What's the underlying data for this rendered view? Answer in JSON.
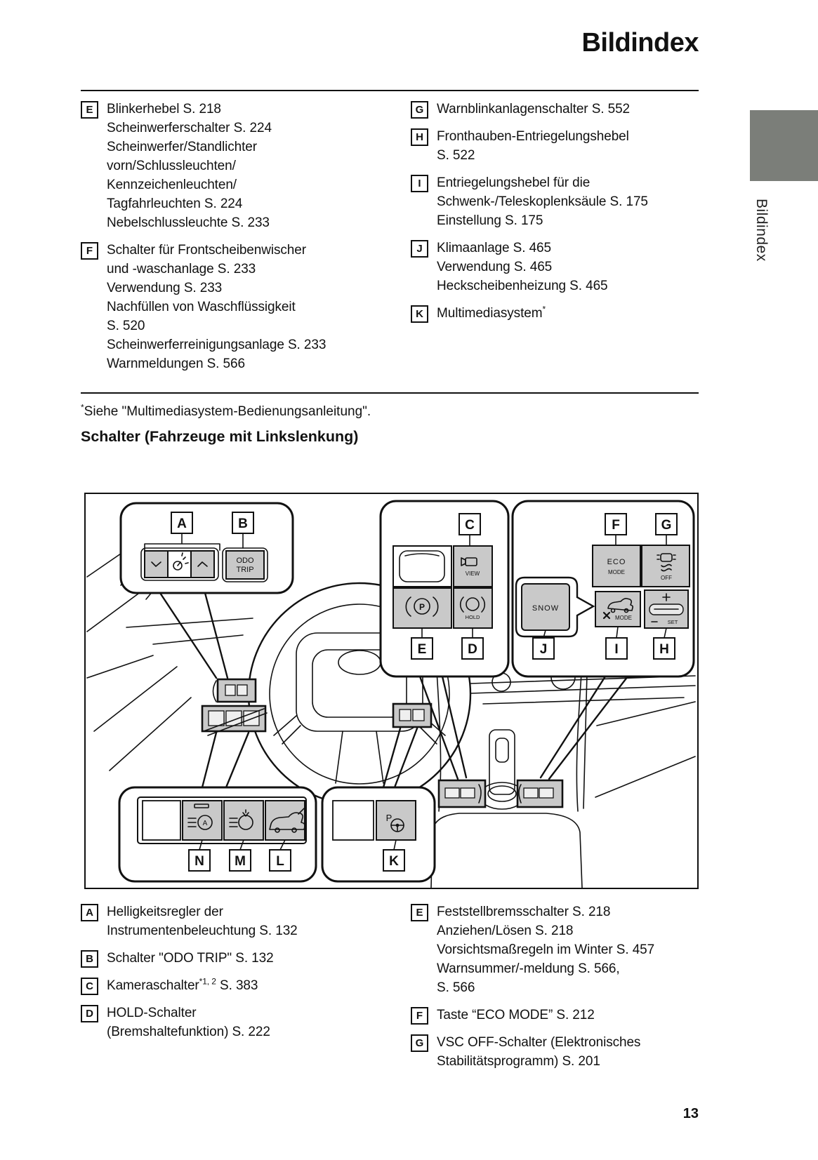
{
  "page": {
    "title": "Bildindex",
    "side_tab": "Bildindex",
    "page_number": "13"
  },
  "colors": {
    "button_gray": "#c9c9c9",
    "tab_gray": "#7b7e79"
  },
  "footnote": {
    "sup": "*",
    "text": "Siehe \"Multimediasystem-Bedienungsanleitung\"."
  },
  "section_heading": "Schalter (Fahrzeuge mit Linkslenkung)",
  "top_index": {
    "left": [
      {
        "key": "E",
        "lines": [
          "Blinkerhebel S. 218",
          "Scheinwerferschalter S. 224",
          "Scheinwerfer/Standlichter",
          "vorn/Schlussleuchten/",
          "Kennzeichenleuchten/",
          "Tagfahrleuchten S. 224",
          "Nebelschlussleuchte S. 233"
        ]
      },
      {
        "key": "F",
        "lines": [
          "Schalter für Frontscheibenwischer",
          "und -waschanlage S. 233",
          "Verwendung S. 233",
          "Nachfüllen von Waschflüssigkeit",
          "S. 520",
          "Scheinwerferreinigungsanlage S. 233",
          "Warnmeldungen S. 566"
        ]
      }
    ],
    "right": [
      {
        "key": "G",
        "lines": [
          "Warnblinkanlagenschalter S. 552"
        ]
      },
      {
        "key": "H",
        "lines": [
          "Fronthauben-Entriegelungshebel",
          "S. 522"
        ]
      },
      {
        "key": "I",
        "lines": [
          "Entriegelungshebel für die",
          "Schwenk-/Teleskoplenksäule S. 175",
          "Einstellung S. 175"
        ]
      },
      {
        "key": "J",
        "lines": [
          "Klimaanlage S. 465",
          "Verwendung S. 465",
          "Heckscheibenheizung S. 465"
        ]
      },
      {
        "key": "K",
        "lines": [
          {
            "pre": "Multimediasystem",
            "sup": "*",
            "post": ""
          }
        ]
      }
    ]
  },
  "bottom_index": {
    "left": [
      {
        "key": "A",
        "lines": [
          "Helligkeitsregler der",
          "Instrumentenbeleuchtung S. 132"
        ]
      },
      {
        "key": "B",
        "lines": [
          "Schalter \"ODO TRIP\" S. 132"
        ]
      },
      {
        "key": "C",
        "lines": [
          {
            "pre": "Kameraschalter",
            "sup": "*1, 2",
            "post": " S. 383"
          }
        ]
      },
      {
        "key": "D",
        "lines": [
          "HOLD-Schalter",
          "(Bremshaltefunktion) S. 222"
        ]
      }
    ],
    "right": [
      {
        "key": "E",
        "lines": [
          "Feststellbremsschalter S. 218",
          "Anziehen/Lösen S. 218",
          "Vorsichtsmaßregeln im Winter S. 457",
          "Warnsummer/-meldung S. 566,",
          "S. 566"
        ]
      },
      {
        "key": "F",
        "lines": [
          "Taste “ECO MODE” S. 212"
        ]
      },
      {
        "key": "G",
        "lines": [
          "VSC OFF-Schalter (Elektronisches",
          "Stabilitätsprogramm) S. 201"
        ]
      }
    ]
  },
  "diagram": {
    "labels": {
      "A": "A",
      "B": "B",
      "C": "C",
      "D": "D",
      "E": "E",
      "F": "F",
      "G": "G",
      "H": "H",
      "I": "I",
      "J": "J",
      "K": "K",
      "L": "L",
      "M": "M",
      "N": "N"
    },
    "buttons": {
      "odo1": "ODO",
      "odo2": "TRIP",
      "view": "VIEW",
      "hold": "HOLD",
      "p_brake": "P",
      "eco1": "ECO",
      "eco2": "MODE",
      "vsc_off": "OFF",
      "snow": "SNOW",
      "xmode": "MODE",
      "set": "SET",
      "p_power": "P",
      "auto_a": "A"
    }
  }
}
